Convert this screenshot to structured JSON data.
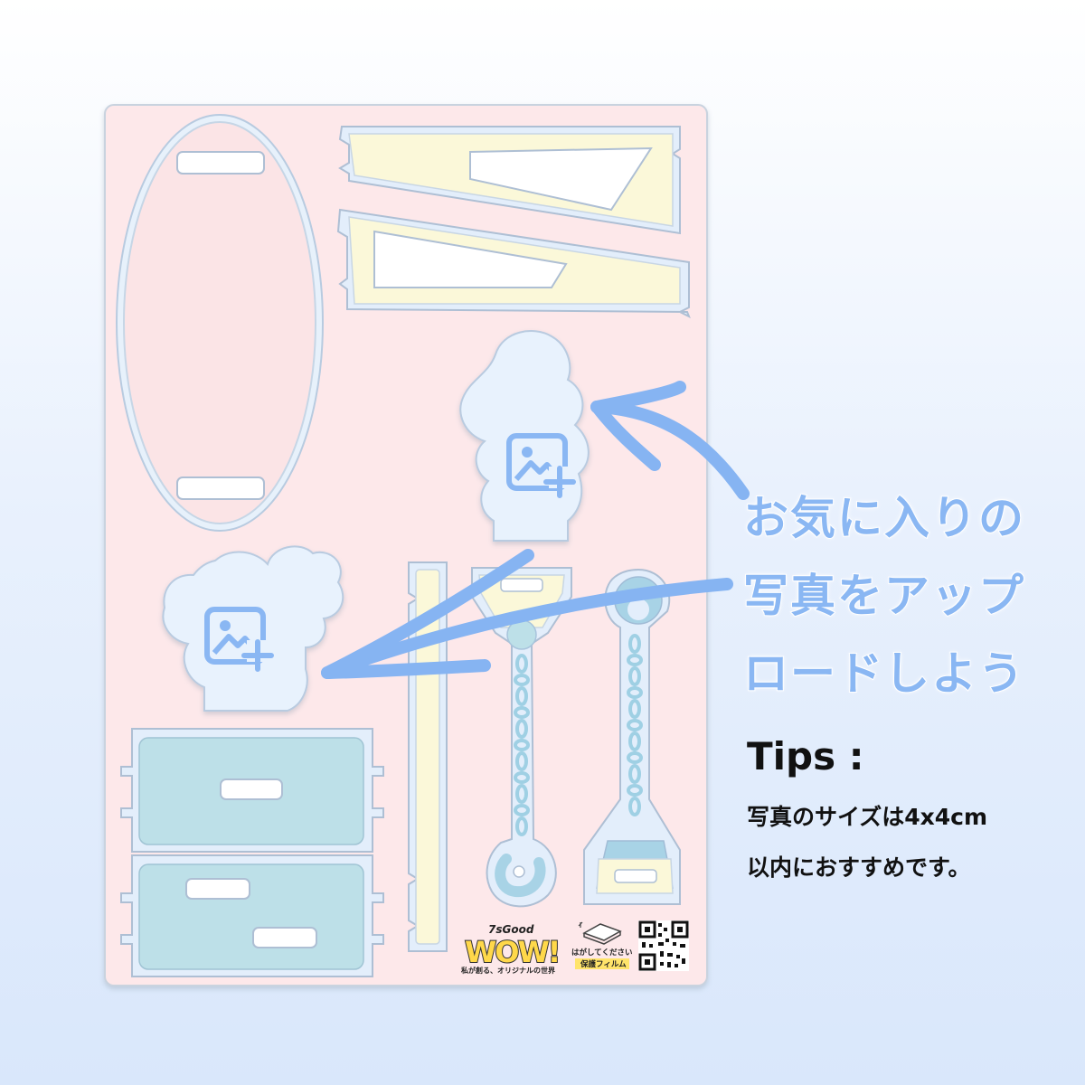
{
  "headline": {
    "line1": "お気に入りの",
    "line2": "写真をアップ",
    "line3": "ロードしよう"
  },
  "tips": {
    "title": "Tips :",
    "line1": "写真のサイズは4x4cm",
    "line2": "以内におすすめです。"
  },
  "brand": {
    "top": "7sGood",
    "logo": "WOW!",
    "tagline": "私が創る、オリジナルの世界"
  },
  "film_label": {
    "line1": "はがしてください",
    "line2": "保護フィルム"
  },
  "icons": [
    "add-photo-icon",
    "add-photo-icon",
    "qr-code",
    "protective-film-icon"
  ],
  "colors": {
    "sheet": "#fde8ea",
    "accent_blue": "#8ab7f3",
    "part_yellow": "#fbf8d9",
    "part_teal": "#bde0e8",
    "part_light": "#e8f2fd",
    "arrow": "#86b4f2"
  }
}
